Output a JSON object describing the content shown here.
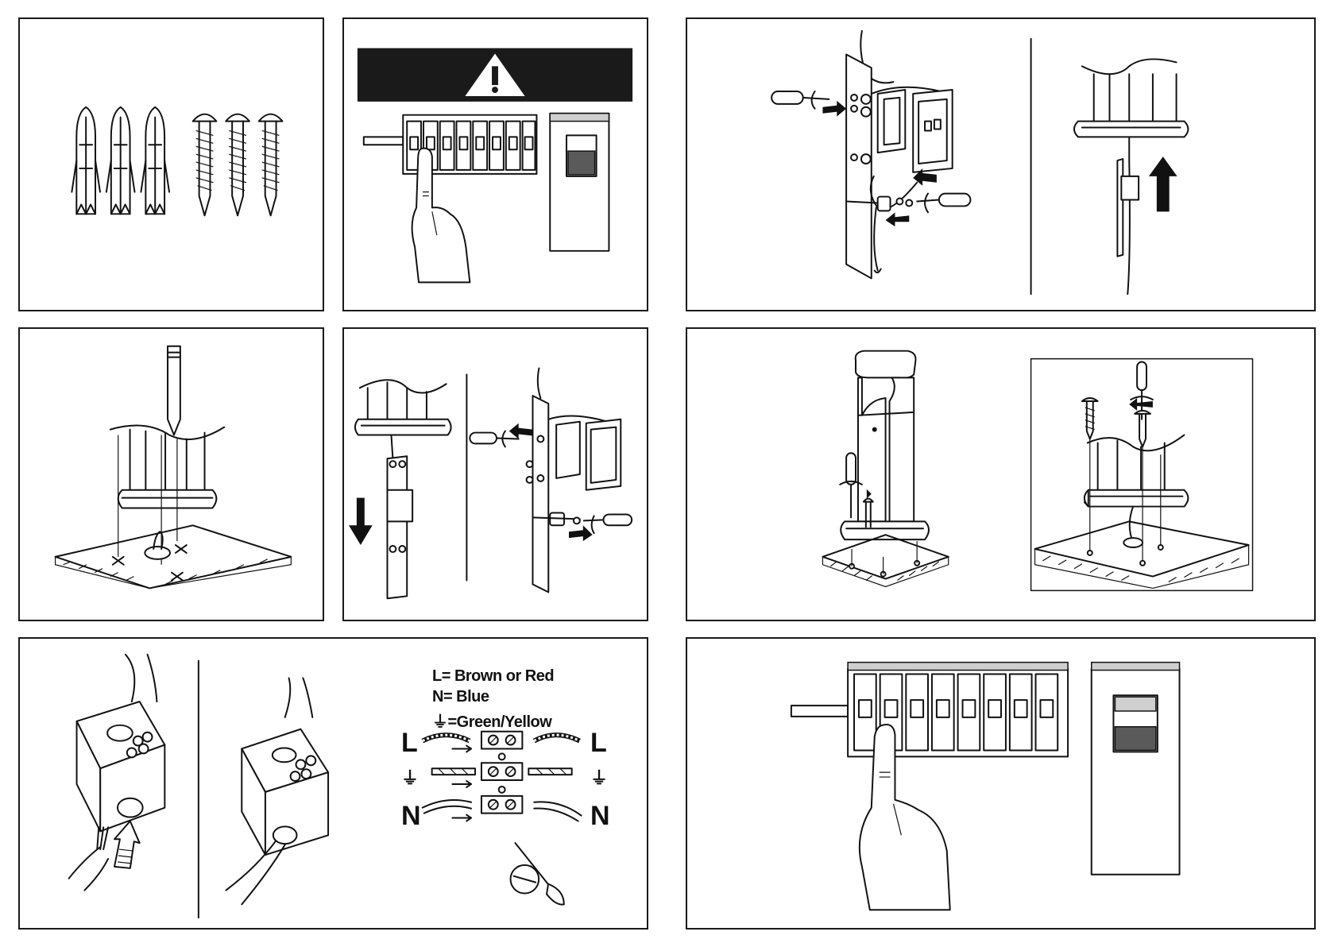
{
  "colors": {
    "line": "#111111",
    "warning_bar": "#1a1a1a",
    "switch_shade": "#5a5a5a"
  },
  "icons": [
    "warning-triangle-icon",
    "ground-symbol-icon",
    "screwdriver-icon",
    "arrow-up-icon",
    "arrow-down-icon"
  ],
  "wiring_legend": {
    "live": "L= Brown or Red",
    "neutral": "N= Blue",
    "earth": "⏚=Green/Yellow"
  },
  "terminal_labels": {
    "live_left": "L",
    "live_right": "L",
    "neutral_left": "N",
    "neutral_right": "N",
    "earth_left": "⏚",
    "earth_right": "⏚"
  }
}
